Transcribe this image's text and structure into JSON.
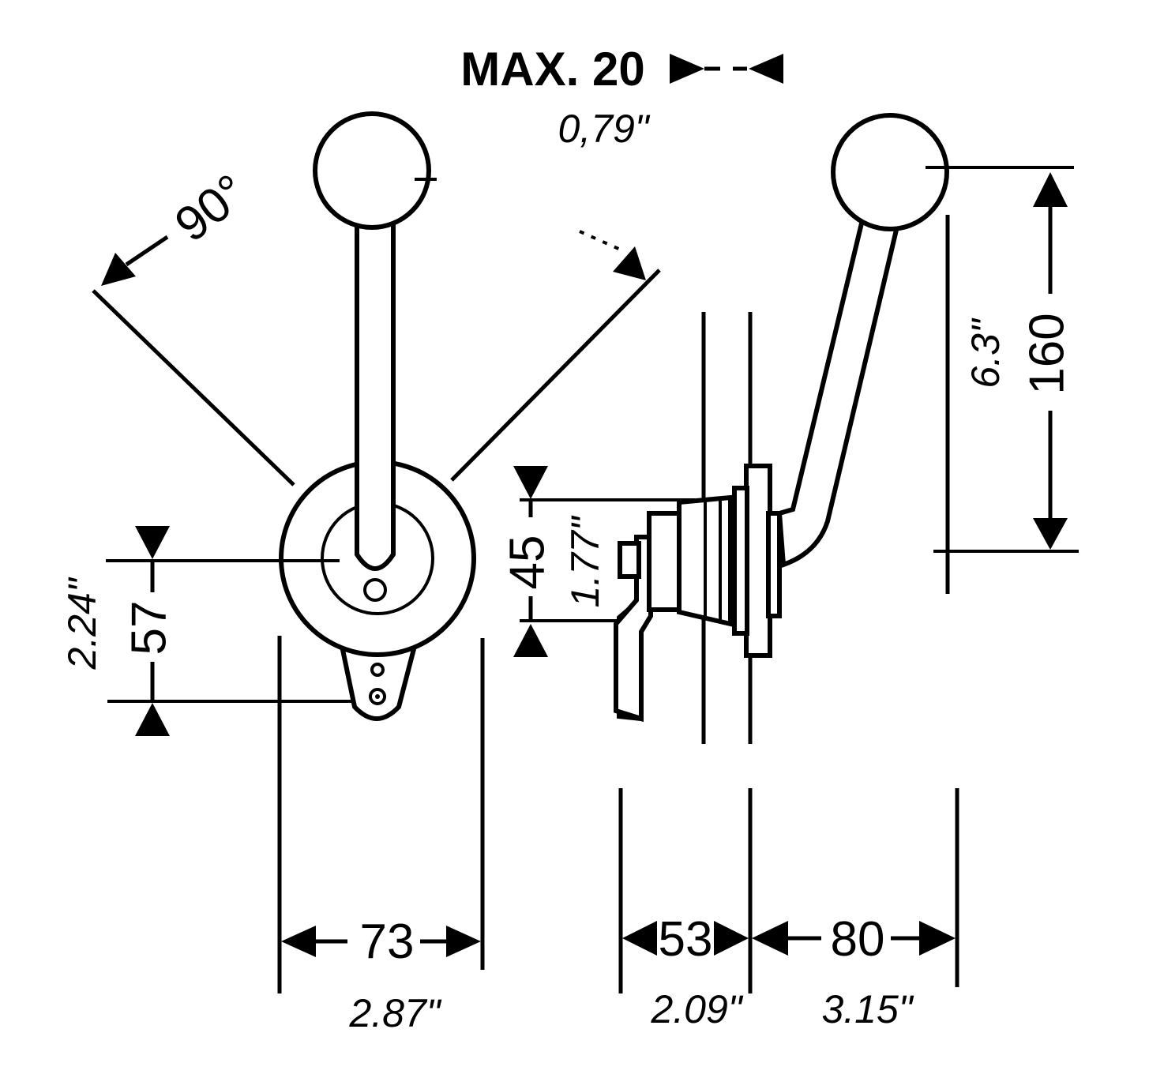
{
  "dimensions": {
    "max_clearance": "MAX. 20",
    "max_clearance_inch": "0,79\"",
    "swing_angle": "90°",
    "lever_height": "160",
    "lever_height_inch": "6.3\"",
    "shaft_height": "45",
    "shaft_height_inch": "1.77\"",
    "mount_offset": "57",
    "mount_offset_inch": "2.24\"",
    "body_width": "73",
    "body_width_inch": "2.87\"",
    "housing_depth": "53",
    "housing_depth_inch": "2.09\"",
    "lever_reach": "80",
    "lever_reach_inch": "3.15\""
  }
}
